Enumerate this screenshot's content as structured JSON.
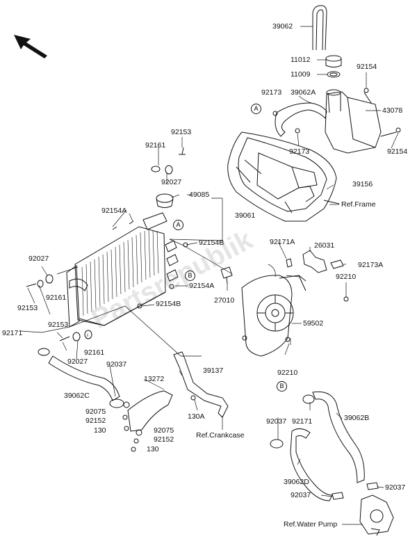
{
  "watermark": "Partsrepublik",
  "callouts": [
    "A",
    "A",
    "B",
    "B"
  ],
  "parts": {
    "p39062": "39062",
    "p11012": "11012",
    "p11009": "11009",
    "p92154a": "92154",
    "p92173a": "92173",
    "p39062A": "39062A",
    "p43078": "43078",
    "p92173b": "92173",
    "p92154b": "92154",
    "p39156": "39156",
    "p92153a": "92153",
    "p92161a": "92161",
    "p92027a": "92027",
    "p49085": "49085",
    "p39061": "39061",
    "p92154A1": "92154A",
    "p92154B1": "92154B",
    "p92027b": "92027",
    "p92161b": "92161",
    "p92153b": "92153",
    "p92154A2": "92154A",
    "p92154B2": "92154B",
    "p27010": "27010",
    "p92171A": "92171A",
    "p26031": "26031",
    "p92173A": "92173A",
    "p92210a": "92210",
    "p59502": "59502",
    "p92210b": "92210",
    "p92153c": "92153",
    "p92171a": "92171",
    "p92027c": "92027",
    "p92161c": "92161",
    "p92037a": "92037",
    "p39062C": "39062C",
    "p39137": "39137",
    "p13272": "13272",
    "p92075a": "92075",
    "p92152a": "92152",
    "p130a": "130",
    "p130A": "130A",
    "p92075b": "92075",
    "p92152b": "92152",
    "p130b": "130",
    "p92037b": "92037",
    "p92171b": "92171",
    "p39062B": "39062B",
    "p39062D": "39062D",
    "p92037c": "92037",
    "p92037d": "92037"
  },
  "refs": {
    "frame": "Ref.Frame",
    "crankcase": "Ref.Crankcase",
    "water_pump": "Ref.Water Pump"
  }
}
